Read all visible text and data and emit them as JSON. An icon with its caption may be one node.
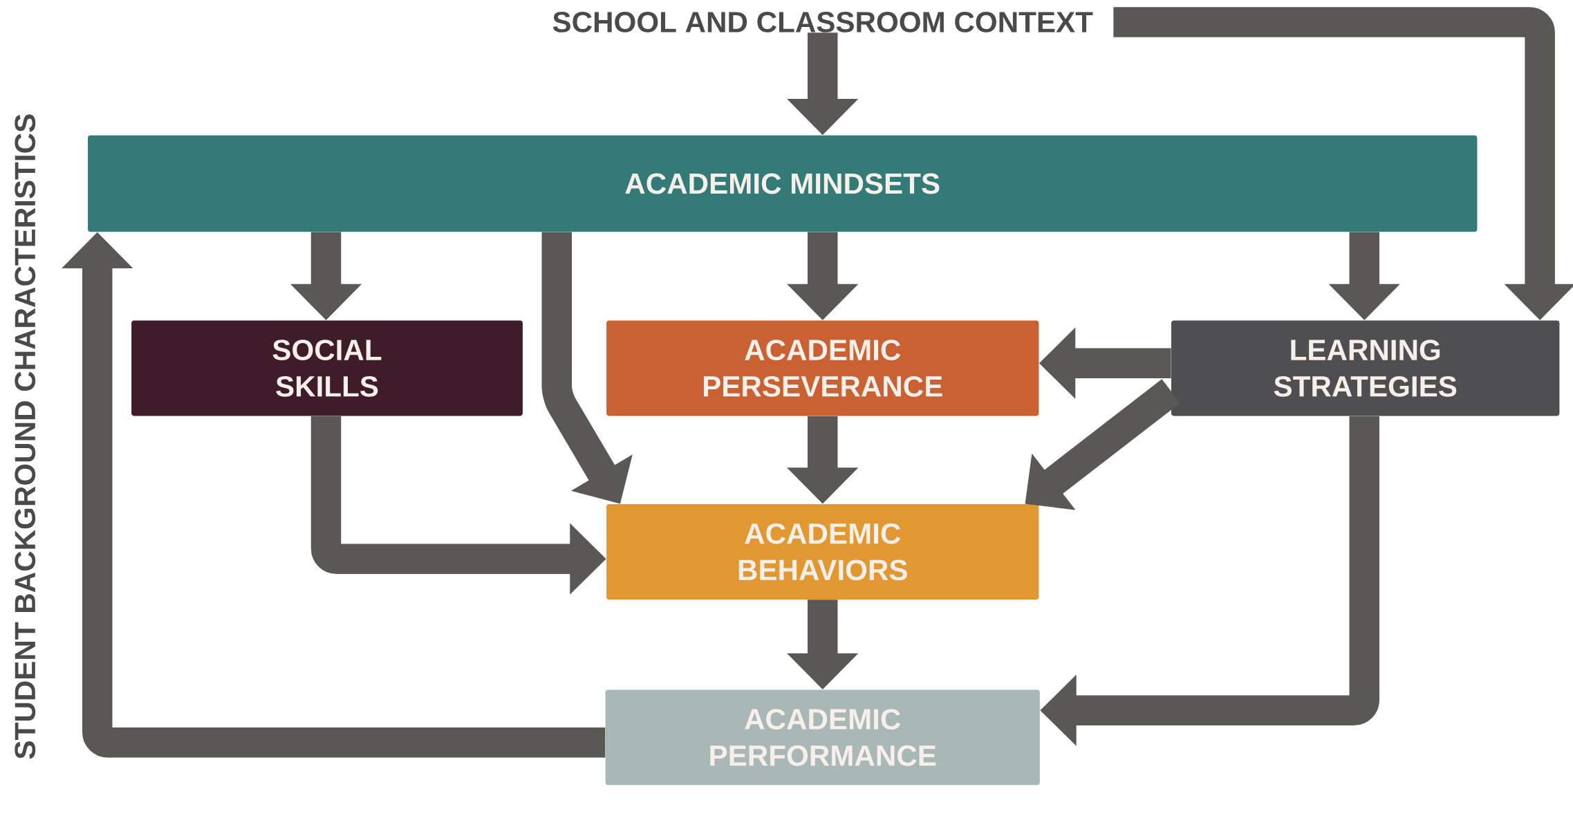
{
  "diagram": {
    "nodes": [
      {
        "text": [
          "SCHOOL AND CLASSROOM CONTEXT"
        ]
      },
      {
        "text": [
          "ACADEMIC MINDSETS"
        ]
      },
      {
        "text": [
          "SOCIAL SKILLS"
        ]
      },
      {
        "text": [
          "ACADEMIC PERSEVERANCE"
        ]
      },
      {
        "text": [
          "LEARNING STRATEGIES"
        ]
      },
      {
        "text": [
          "ACADEMIC BEHAVIORS"
        ]
      },
      {
        "text": [
          "ACADEMIC PERFORMANCE"
        ]
      }
    ],
    "edges": [
      {
        "from": 0,
        "to": 1,
        "arrow": "to"
      },
      {
        "from": 0,
        "to": 4,
        "arrow": "to"
      },
      {
        "from": 1,
        "to": 2,
        "arrow": "to"
      },
      {
        "from": 1,
        "to": 3,
        "arrow": "to"
      },
      {
        "from": 1,
        "to": 4,
        "arrow": "to"
      },
      {
        "from": 1,
        "to": 5,
        "arrow": "to"
      },
      {
        "from": 2,
        "to": 5,
        "arrow": "to"
      },
      {
        "from": 3,
        "to": 5,
        "arrow": "to"
      },
      {
        "from": 4,
        "to": 3,
        "arrow": "to"
      },
      {
        "from": 4,
        "to": 5,
        "arrow": "to"
      },
      {
        "from": 4,
        "to": 6,
        "arrow": "to"
      },
      {
        "from": 5,
        "to": 6,
        "arrow": "to"
      },
      {
        "from": 6,
        "to": 1,
        "arrow": "to"
      }
    ],
    "labels": [
      "STUDENT BACKGROUND CHARACTERISTICS"
    ]
  }
}
